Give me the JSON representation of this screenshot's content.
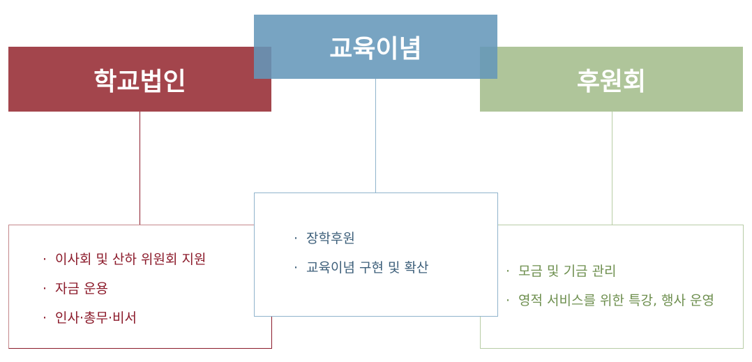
{
  "columns": [
    {
      "title": "학교법인",
      "color": "#a3454c",
      "text_color": "#8b1a2a",
      "items": [
        "이사회 및 산하 위원회 지원",
        "자금 운용",
        "인사·총무·비서"
      ]
    },
    {
      "title": "교육이념",
      "color": "#78a5c4",
      "text_color": "#3d5f7a",
      "items": [
        "장학후원",
        "교육이념 구현 및 확산"
      ]
    },
    {
      "title": "후원회",
      "color": "#afc59a",
      "text_color": "#6e8f4f",
      "items": [
        "모금 및 기금 관리",
        "영적 서비스를 위한 특강, 행사 운영"
      ]
    }
  ]
}
